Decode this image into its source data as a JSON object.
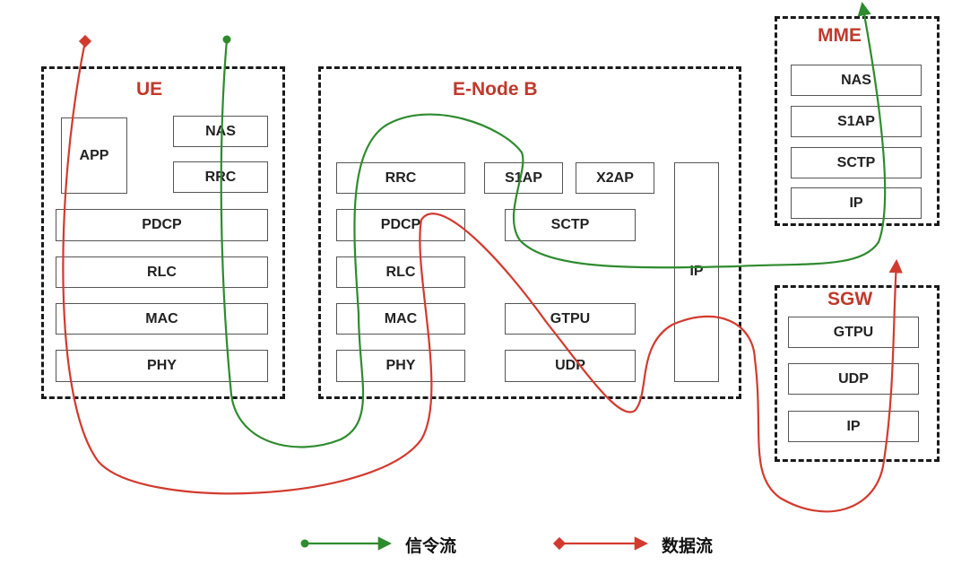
{
  "groups": {
    "ue": {
      "title": "UE",
      "layers": {
        "app": "APP",
        "nas": "NAS",
        "rrc": "RRC",
        "pdcp": "PDCP",
        "rlc": "RLC",
        "mac": "MAC",
        "phy": "PHY"
      }
    },
    "enb": {
      "title": "E-Node B",
      "layers": {
        "rrc": "RRC",
        "s1ap": "S1AP",
        "x2ap": "X2AP",
        "pdcp": "PDCP",
        "sctp": "SCTP",
        "rlc": "RLC",
        "mac": "MAC",
        "gtpu": "GTPU",
        "phy": "PHY",
        "udp": "UDP",
        "ip": "IP"
      }
    },
    "mme": {
      "title": "MME",
      "layers": {
        "nas": "NAS",
        "s1ap": "S1AP",
        "sctp": "SCTP",
        "ip": "IP"
      }
    },
    "sgw": {
      "title": "SGW",
      "layers": {
        "gtpu": "GTPU",
        "udp": "UDP",
        "ip": "IP"
      }
    }
  },
  "legend": {
    "signaling_label": "信令流",
    "data_label": "数据流"
  },
  "colors": {
    "signaling_flow": "#2e8b2e",
    "data_flow": "#d23a2e",
    "group_title": "#c0392b",
    "box_border": "#555555"
  }
}
